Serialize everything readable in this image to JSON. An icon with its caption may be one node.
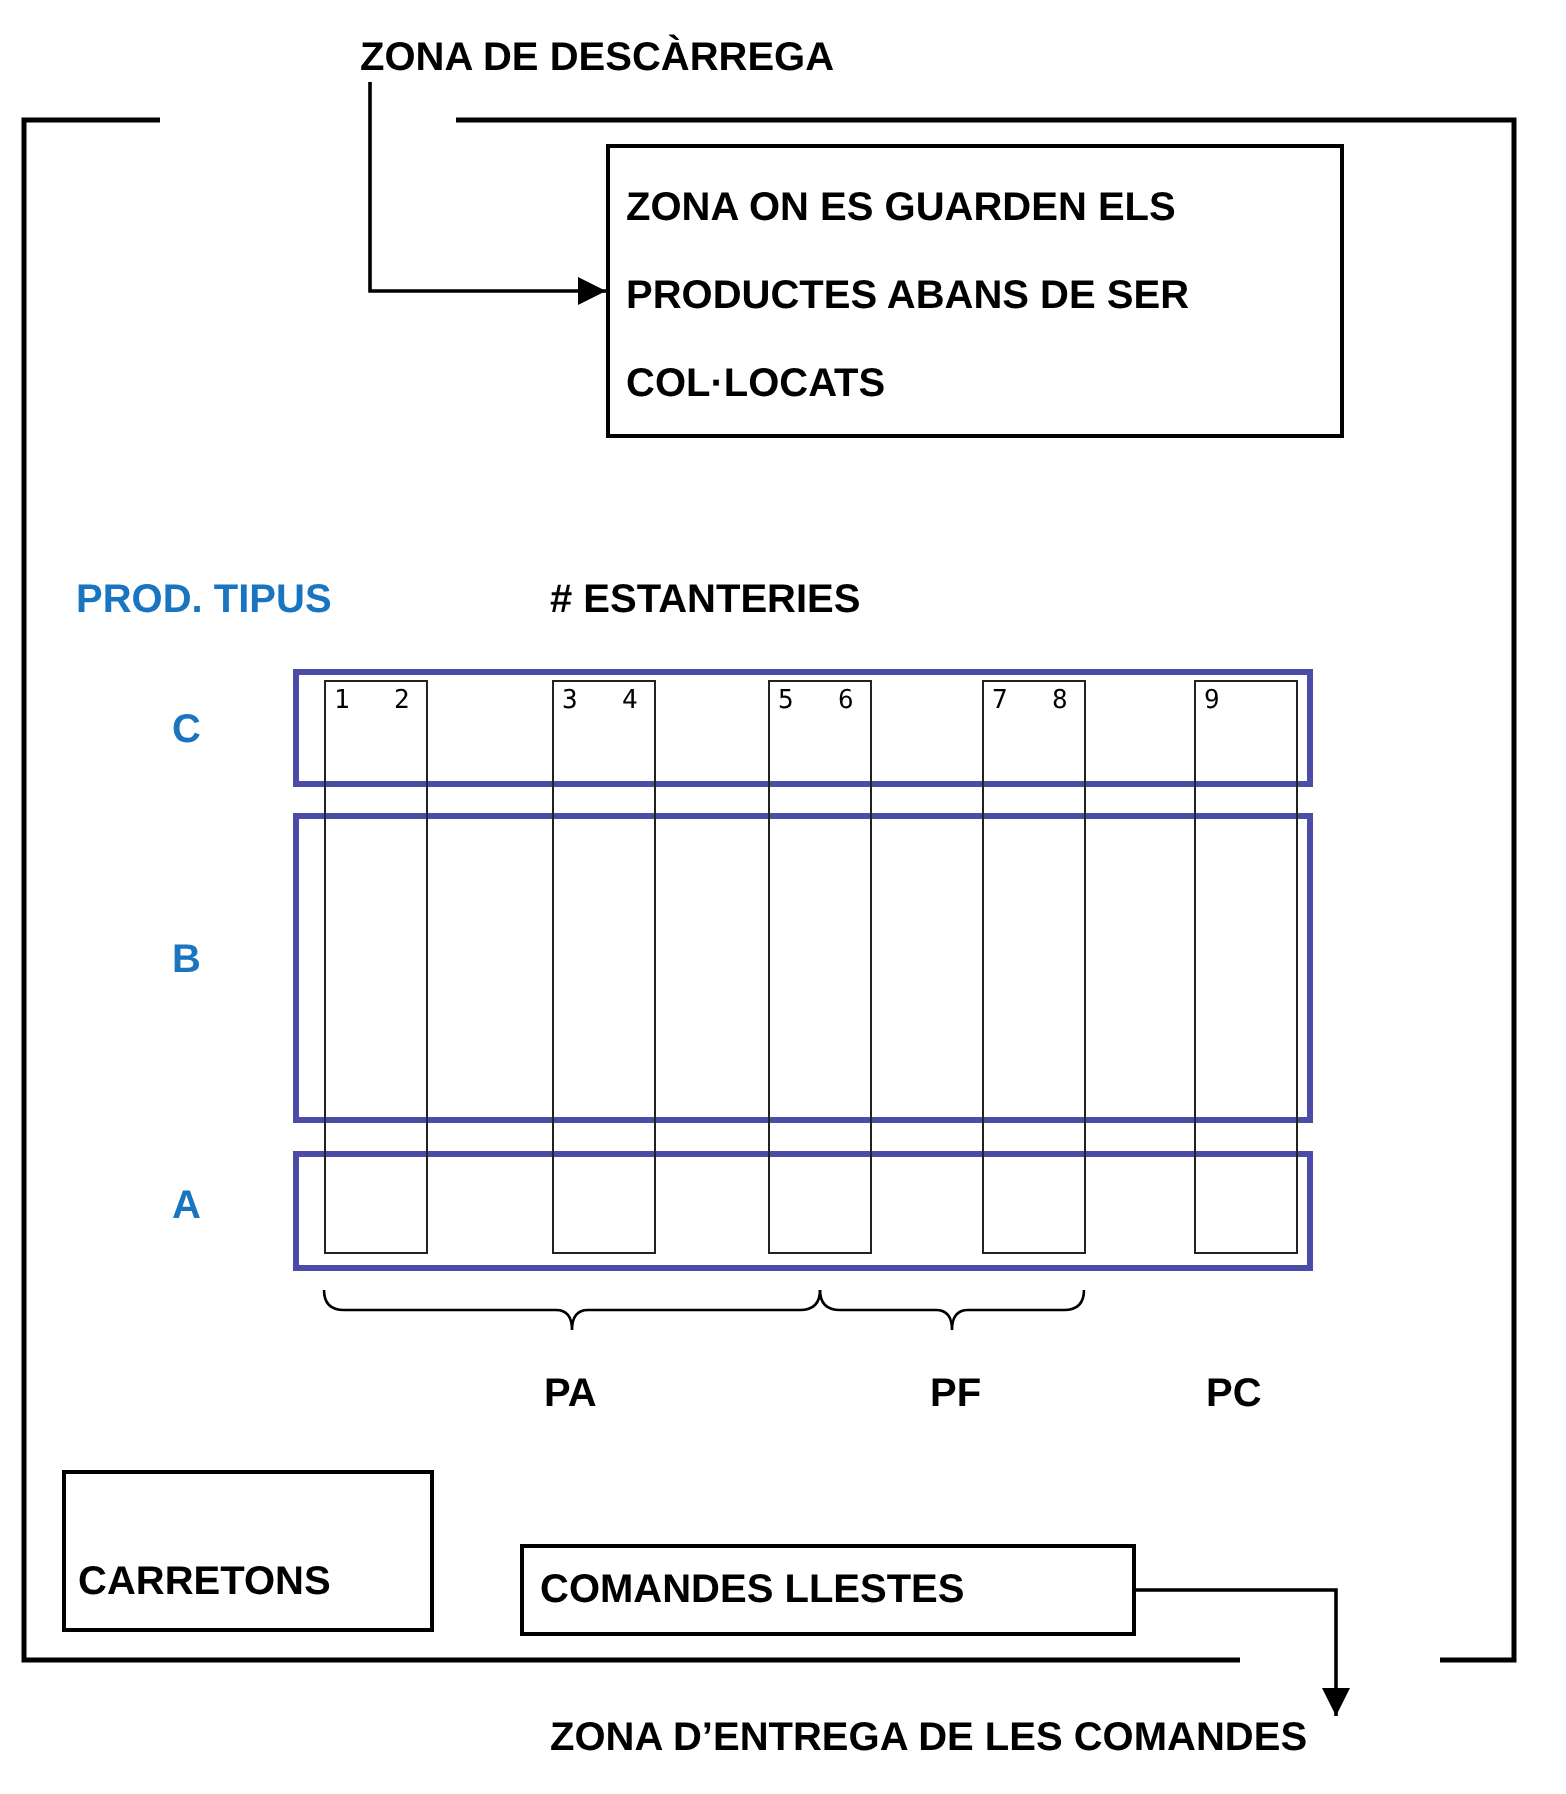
{
  "diagram": {
    "nodes": [
      {
        "text": [
          "ZONA DE DESCÀRREGA"
        ]
      },
      {
        "text": [
          "ZONA ON ES GUARDEN ELS PRODUCTES ABANS DE SER COL·LOCATS"
        ]
      },
      {
        "text": [
          "1",
          "2"
        ]
      },
      {
        "text": [
          "3",
          "4"
        ]
      },
      {
        "text": [
          "5",
          "6"
        ]
      },
      {
        "text": [
          "7",
          "8"
        ]
      },
      {
        "text": [
          "9"
        ]
      },
      {
        "text": [
          "CARRETONS"
        ]
      },
      {
        "text": [
          "COMANDES LLESTES"
        ]
      },
      {
        "text": [
          "ZONA D’ENTREGA DE LES COMANDES"
        ]
      }
    ],
    "edges": [
      {
        "from": 0,
        "to": 1,
        "arrow": "to"
      },
      {
        "from": 8,
        "to": 9,
        "arrow": "to"
      }
    ],
    "labels": [
      "PROD. TIPUS",
      "# ESTANTERIES",
      "C",
      "B",
      "A",
      "PA",
      "PF",
      "PC"
    ]
  }
}
